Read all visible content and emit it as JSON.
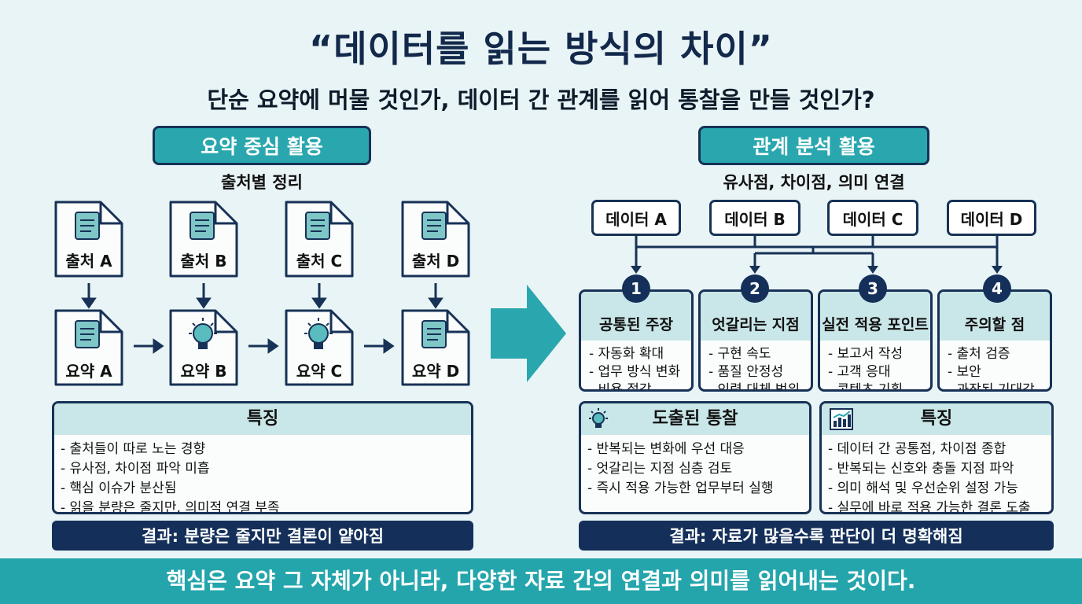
{
  "title": "“데이터를 읽는 방식의 차이”",
  "subtitle": "단순 요약에 머물 것인가, 데이터 간 관계를 읽어 통찰을 만들 것인가?",
  "left": {
    "heading": "요약 중심 활용",
    "caption": "출처별 정리",
    "sources": [
      "출처 A",
      "출처 B",
      "출처 C",
      "출처 D"
    ],
    "summaries": [
      "요약 A",
      "요약 B",
      "요약 C",
      "요약 D"
    ],
    "features": {
      "heading": "특징",
      "items": [
        "- 출처들이 따로 노는 경향",
        "- 유사점, 차이점 파악 미흡",
        "- 핵심 이슈가 분산됨",
        "- 읽을 분량은 줄지만, 의미적 연결 부족"
      ]
    },
    "result": "결과: 분량은 줄지만 결론이 얕아짐"
  },
  "right": {
    "heading": "관계 분석 활용",
    "caption": "유사점, 차이점, 의미 연결",
    "data": [
      "데이터 A",
      "데이터 B",
      "데이터 C",
      "데이터 D"
    ],
    "columns": [
      {
        "num": "1",
        "title": "공통된 주장",
        "items": [
          "- 자동화 확대",
          "- 업무 방식 변화",
          "- 비용 절감"
        ]
      },
      {
        "num": "2",
        "title": "엇갈리는 지점",
        "items": [
          "- 구현 속도",
          "- 품질 안정성",
          "- 인력 대체 범위"
        ]
      },
      {
        "num": "3",
        "title": "실전 적용 포인트",
        "items": [
          "- 보고서 작성",
          "- 고객 응대",
          "- 콘텐츠 기획"
        ]
      },
      {
        "num": "4",
        "title": "주의할 점",
        "items": [
          "- 출처 검증",
          "- 보안",
          "- 과장된 기대감"
        ]
      }
    ],
    "insight": {
      "heading": "도출된 통찰",
      "icon": "lightbulb-icon",
      "items": [
        "- 반복되는 변화에 우선 대응",
        "- 엇갈리는 지점 심층 검토",
        "- 즉시 적용 가능한 업무부터 실행"
      ]
    },
    "features": {
      "heading": "특징",
      "icon": "bar-chart-icon",
      "items": [
        "- 데이터 간 공통점, 차이점 종합",
        "- 반복되는 신호와 충돌 지점 파악",
        "- 의미 해석 및 우선순위 설정 가능",
        "- 실무에 바로 적용 가능한 결론 도출"
      ]
    },
    "result": "결과: 자료가 많을수록 판단이 더 명확해짐"
  },
  "footer": "핵심은 요약 그 자체가 아니라, 다양한 자료 간의 연결과 의미를 읽어내는 것이다.",
  "colors": {
    "teal": "#2aa7ae",
    "navy": "#14305a",
    "light_teal": "#c9e6e8",
    "background": "#e9f4f6"
  }
}
